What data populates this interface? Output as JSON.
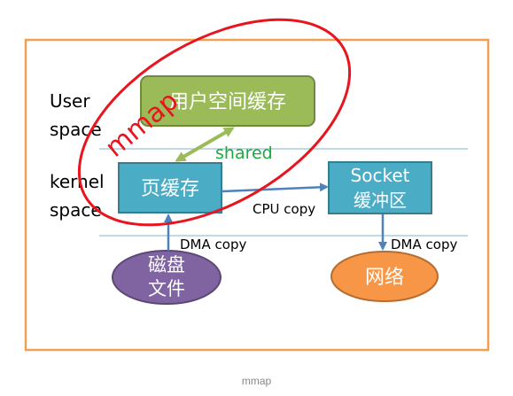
{
  "labels": {
    "user_line1": "User",
    "user_line2": "space",
    "kernel_line1": "kernel",
    "kernel_line2": "space",
    "user_buffer": "用户空间缓存",
    "page_cache": "页缓存",
    "socket_line1": "Socket",
    "socket_line2": "缓冲区",
    "disk_line1": "磁盘",
    "disk_line2": "文件",
    "network": "网络",
    "shared": "shared",
    "mmap": "mmap",
    "cpu_copy": "CPU copy",
    "dma_copy_disk": "DMA copy",
    "dma_copy_net": "DMA copy"
  },
  "caption": "mmap",
  "colors": {
    "frame": "#f0a050",
    "user_buffer_fill": "#9bbb59",
    "kernel_box_fill": "#4bacc6",
    "disk_fill": "#8064a2",
    "network_fill": "#f79646",
    "mmap_red": "#e8141e",
    "shared_green": "#1aab3c",
    "arrow_blue": "#4f81bd",
    "divider": "#7fb4c8"
  }
}
